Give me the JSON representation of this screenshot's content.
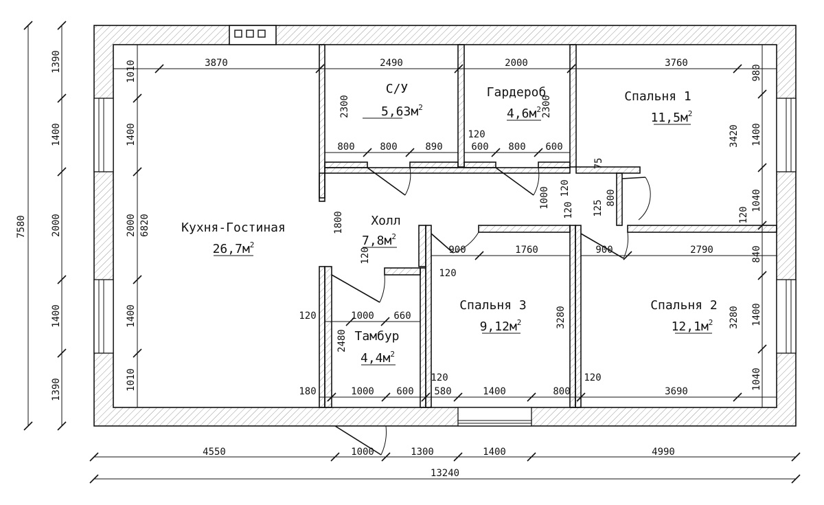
{
  "rooms": {
    "kitchen": {
      "name": "Кухня-Гостиная",
      "area": "26,7м",
      "sup": "2"
    },
    "bath": {
      "name": "С/У",
      "area": "5,63м",
      "sup": "2"
    },
    "wardrobe": {
      "name": "Гардероб",
      "area": "4,6м",
      "sup": "2"
    },
    "bedroom1": {
      "name": "Спальня 1",
      "area": "11,5м",
      "sup": "2"
    },
    "hall": {
      "name": "Холл",
      "area": "7,8м",
      "sup": "2"
    },
    "vestibule": {
      "name": "Тамбур",
      "area": "4,4м",
      "sup": "2"
    },
    "bedroom3": {
      "name": "Спальня 3",
      "area": "9,12м",
      "sup": "2"
    },
    "bedroom2": {
      "name": "Спальня 2",
      "area": "12,1м",
      "sup": "2"
    }
  },
  "dims": {
    "total_width": "13240",
    "total_height": "7580",
    "bottom": [
      "4550",
      "1000",
      "1300",
      "1400",
      "4990"
    ],
    "left_outer": [
      "1390",
      "1400",
      "2000",
      "1400",
      "1390"
    ],
    "left_inner": [
      "1010",
      "1400",
      "2000",
      "1400",
      "1010"
    ],
    "kitchen_depth": "6820",
    "top_row": [
      "3870",
      "2490",
      "2000",
      "3760"
    ],
    "bath_height": "2300",
    "wardrobe_height": "2300",
    "bath_door": [
      "800",
      "800",
      "890"
    ],
    "wardrobe_door": [
      "120",
      "600",
      "800",
      "600"
    ],
    "hall_height": "1800",
    "hall_wall": "120",
    "closet_door": "1000",
    "closet": [
      "75",
      "120",
      "120",
      "125",
      "800"
    ],
    "bedroom1_depth": "3420",
    "right_upper": [
      "980",
      "1400",
      "1040"
    ],
    "right_lower": [
      "120",
      "840",
      "1400",
      "1040"
    ],
    "bedroom3_top": [
      "900",
      "1760",
      "120"
    ],
    "bedroom2_top": [
      "900",
      "2790"
    ],
    "bedroom3_depth": "3280",
    "bedroom2_depth": "3280",
    "vestibule_row": [
      "120",
      "1000",
      "660"
    ],
    "vestibule_height": "2480",
    "bottom_inner": [
      "180",
      "1000",
      "600",
      "120",
      "580",
      "1400",
      "800",
      "120",
      "3690"
    ]
  }
}
